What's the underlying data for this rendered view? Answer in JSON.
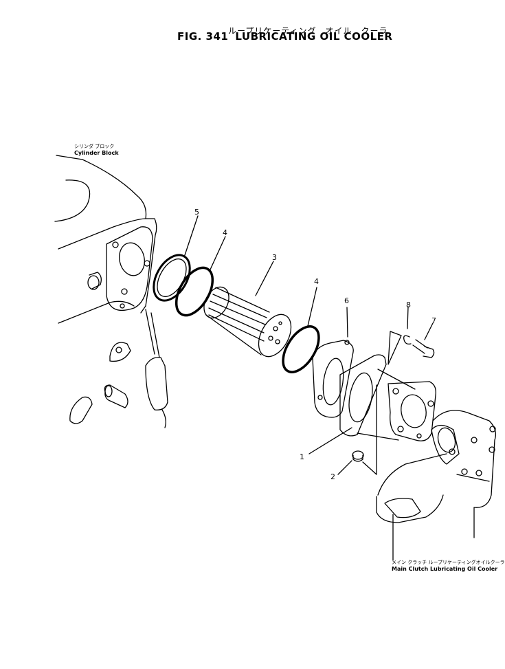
{
  "title": {
    "japanese": "ループリケーティング　オイル　クーラ",
    "fig": "FIG. 341",
    "name": "LUBRICATING OIL COOLER"
  },
  "labels": {
    "cylinder_block_jp": "シリンダ ブロック",
    "cylinder_block_en": "Cylinder Block",
    "main_clutch_jp": "メイン クラッチ ループリケーティングオイルクーラ",
    "main_clutch_en": "Main Clutch Lubricating Oil Cooler"
  },
  "callouts": [
    {
      "id": "5",
      "text": "5"
    },
    {
      "id": "4a",
      "text": "4"
    },
    {
      "id": "3",
      "text": "3"
    },
    {
      "id": "4b",
      "text": "4"
    },
    {
      "id": "6",
      "text": "6"
    },
    {
      "id": "8",
      "text": "8"
    },
    {
      "id": "7",
      "text": "7"
    },
    {
      "id": "1",
      "text": "1"
    },
    {
      "id": "2",
      "text": "2"
    }
  ]
}
